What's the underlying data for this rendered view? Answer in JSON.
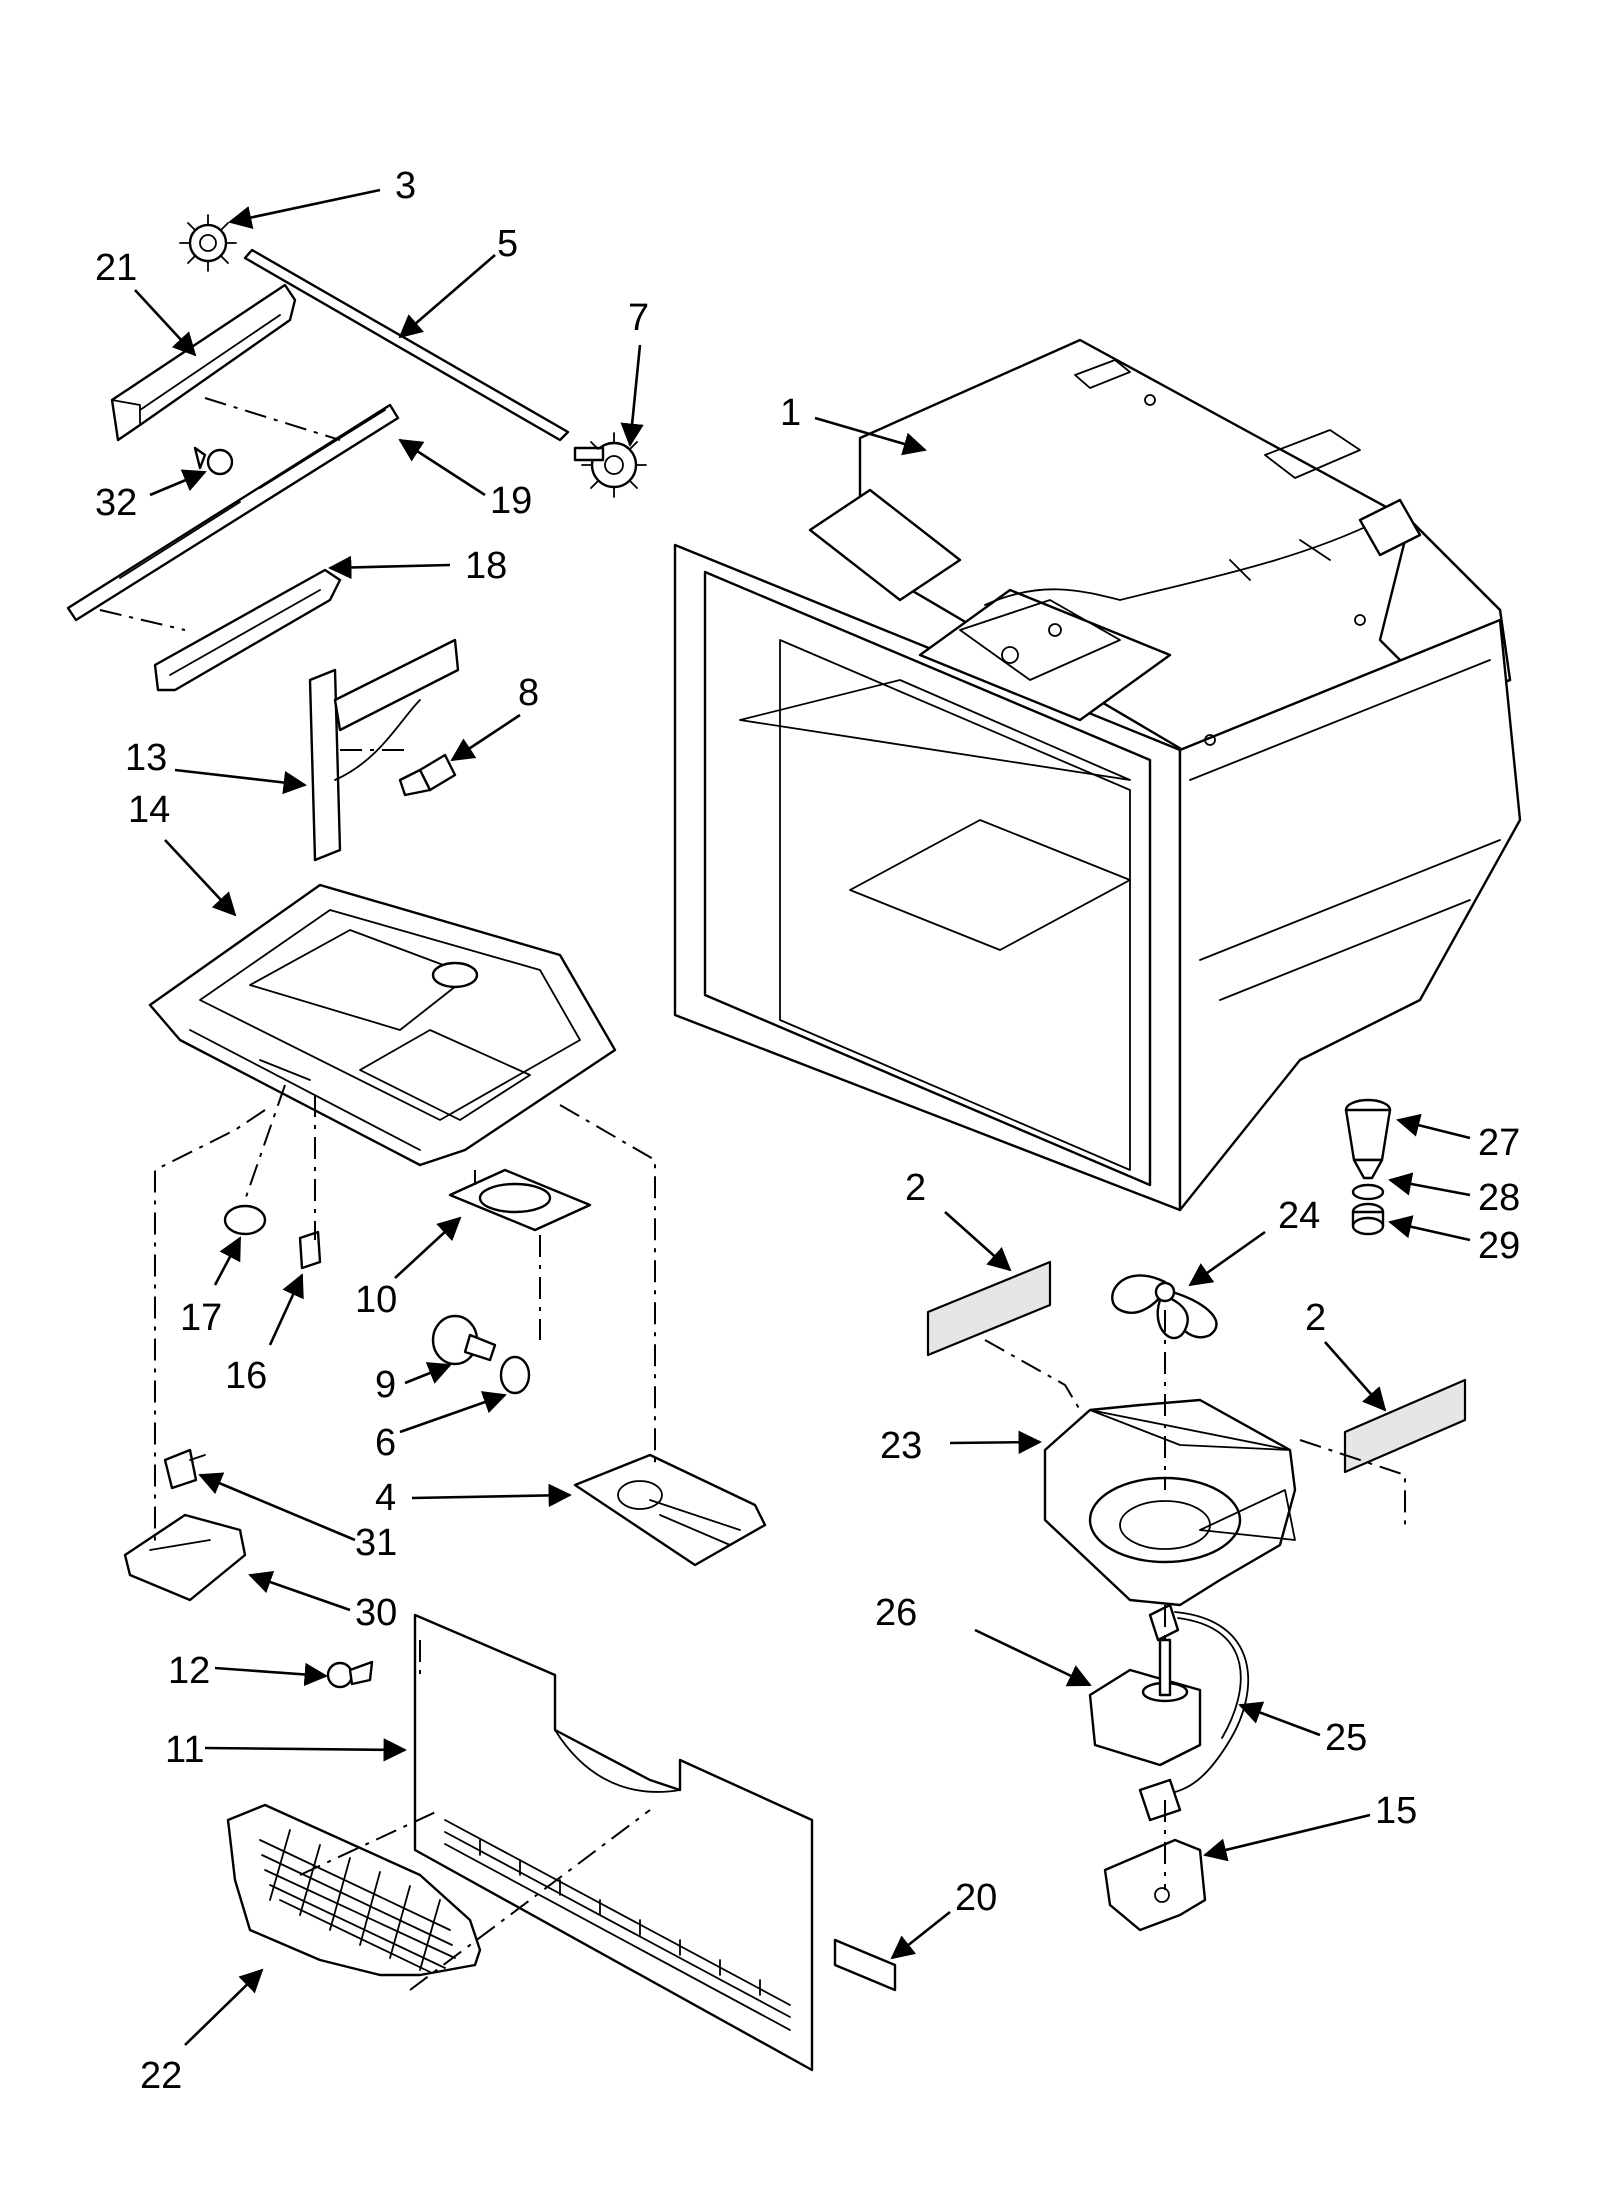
{
  "diagram": {
    "callouts": [
      {
        "id": "1",
        "label": "1"
      },
      {
        "id": "2a",
        "label": "2"
      },
      {
        "id": "2b",
        "label": "2"
      },
      {
        "id": "3",
        "label": "3"
      },
      {
        "id": "4",
        "label": "4"
      },
      {
        "id": "5",
        "label": "5"
      },
      {
        "id": "6",
        "label": "6"
      },
      {
        "id": "7",
        "label": "7"
      },
      {
        "id": "8",
        "label": "8"
      },
      {
        "id": "9",
        "label": "9"
      },
      {
        "id": "10",
        "label": "10"
      },
      {
        "id": "11",
        "label": "11"
      },
      {
        "id": "12",
        "label": "12"
      },
      {
        "id": "13",
        "label": "13"
      },
      {
        "id": "14",
        "label": "14"
      },
      {
        "id": "15",
        "label": "15"
      },
      {
        "id": "16",
        "label": "16"
      },
      {
        "id": "17",
        "label": "17"
      },
      {
        "id": "18",
        "label": "18"
      },
      {
        "id": "19",
        "label": "19"
      },
      {
        "id": "20",
        "label": "20"
      },
      {
        "id": "21",
        "label": "21"
      },
      {
        "id": "22",
        "label": "22"
      },
      {
        "id": "23",
        "label": "23"
      },
      {
        "id": "24",
        "label": "24"
      },
      {
        "id": "25",
        "label": "25"
      },
      {
        "id": "26",
        "label": "26"
      },
      {
        "id": "27",
        "label": "27"
      },
      {
        "id": "28",
        "label": "28"
      },
      {
        "id": "29",
        "label": "29"
      },
      {
        "id": "30",
        "label": "30"
      },
      {
        "id": "31",
        "label": "31"
      },
      {
        "id": "32",
        "label": "32"
      }
    ]
  }
}
